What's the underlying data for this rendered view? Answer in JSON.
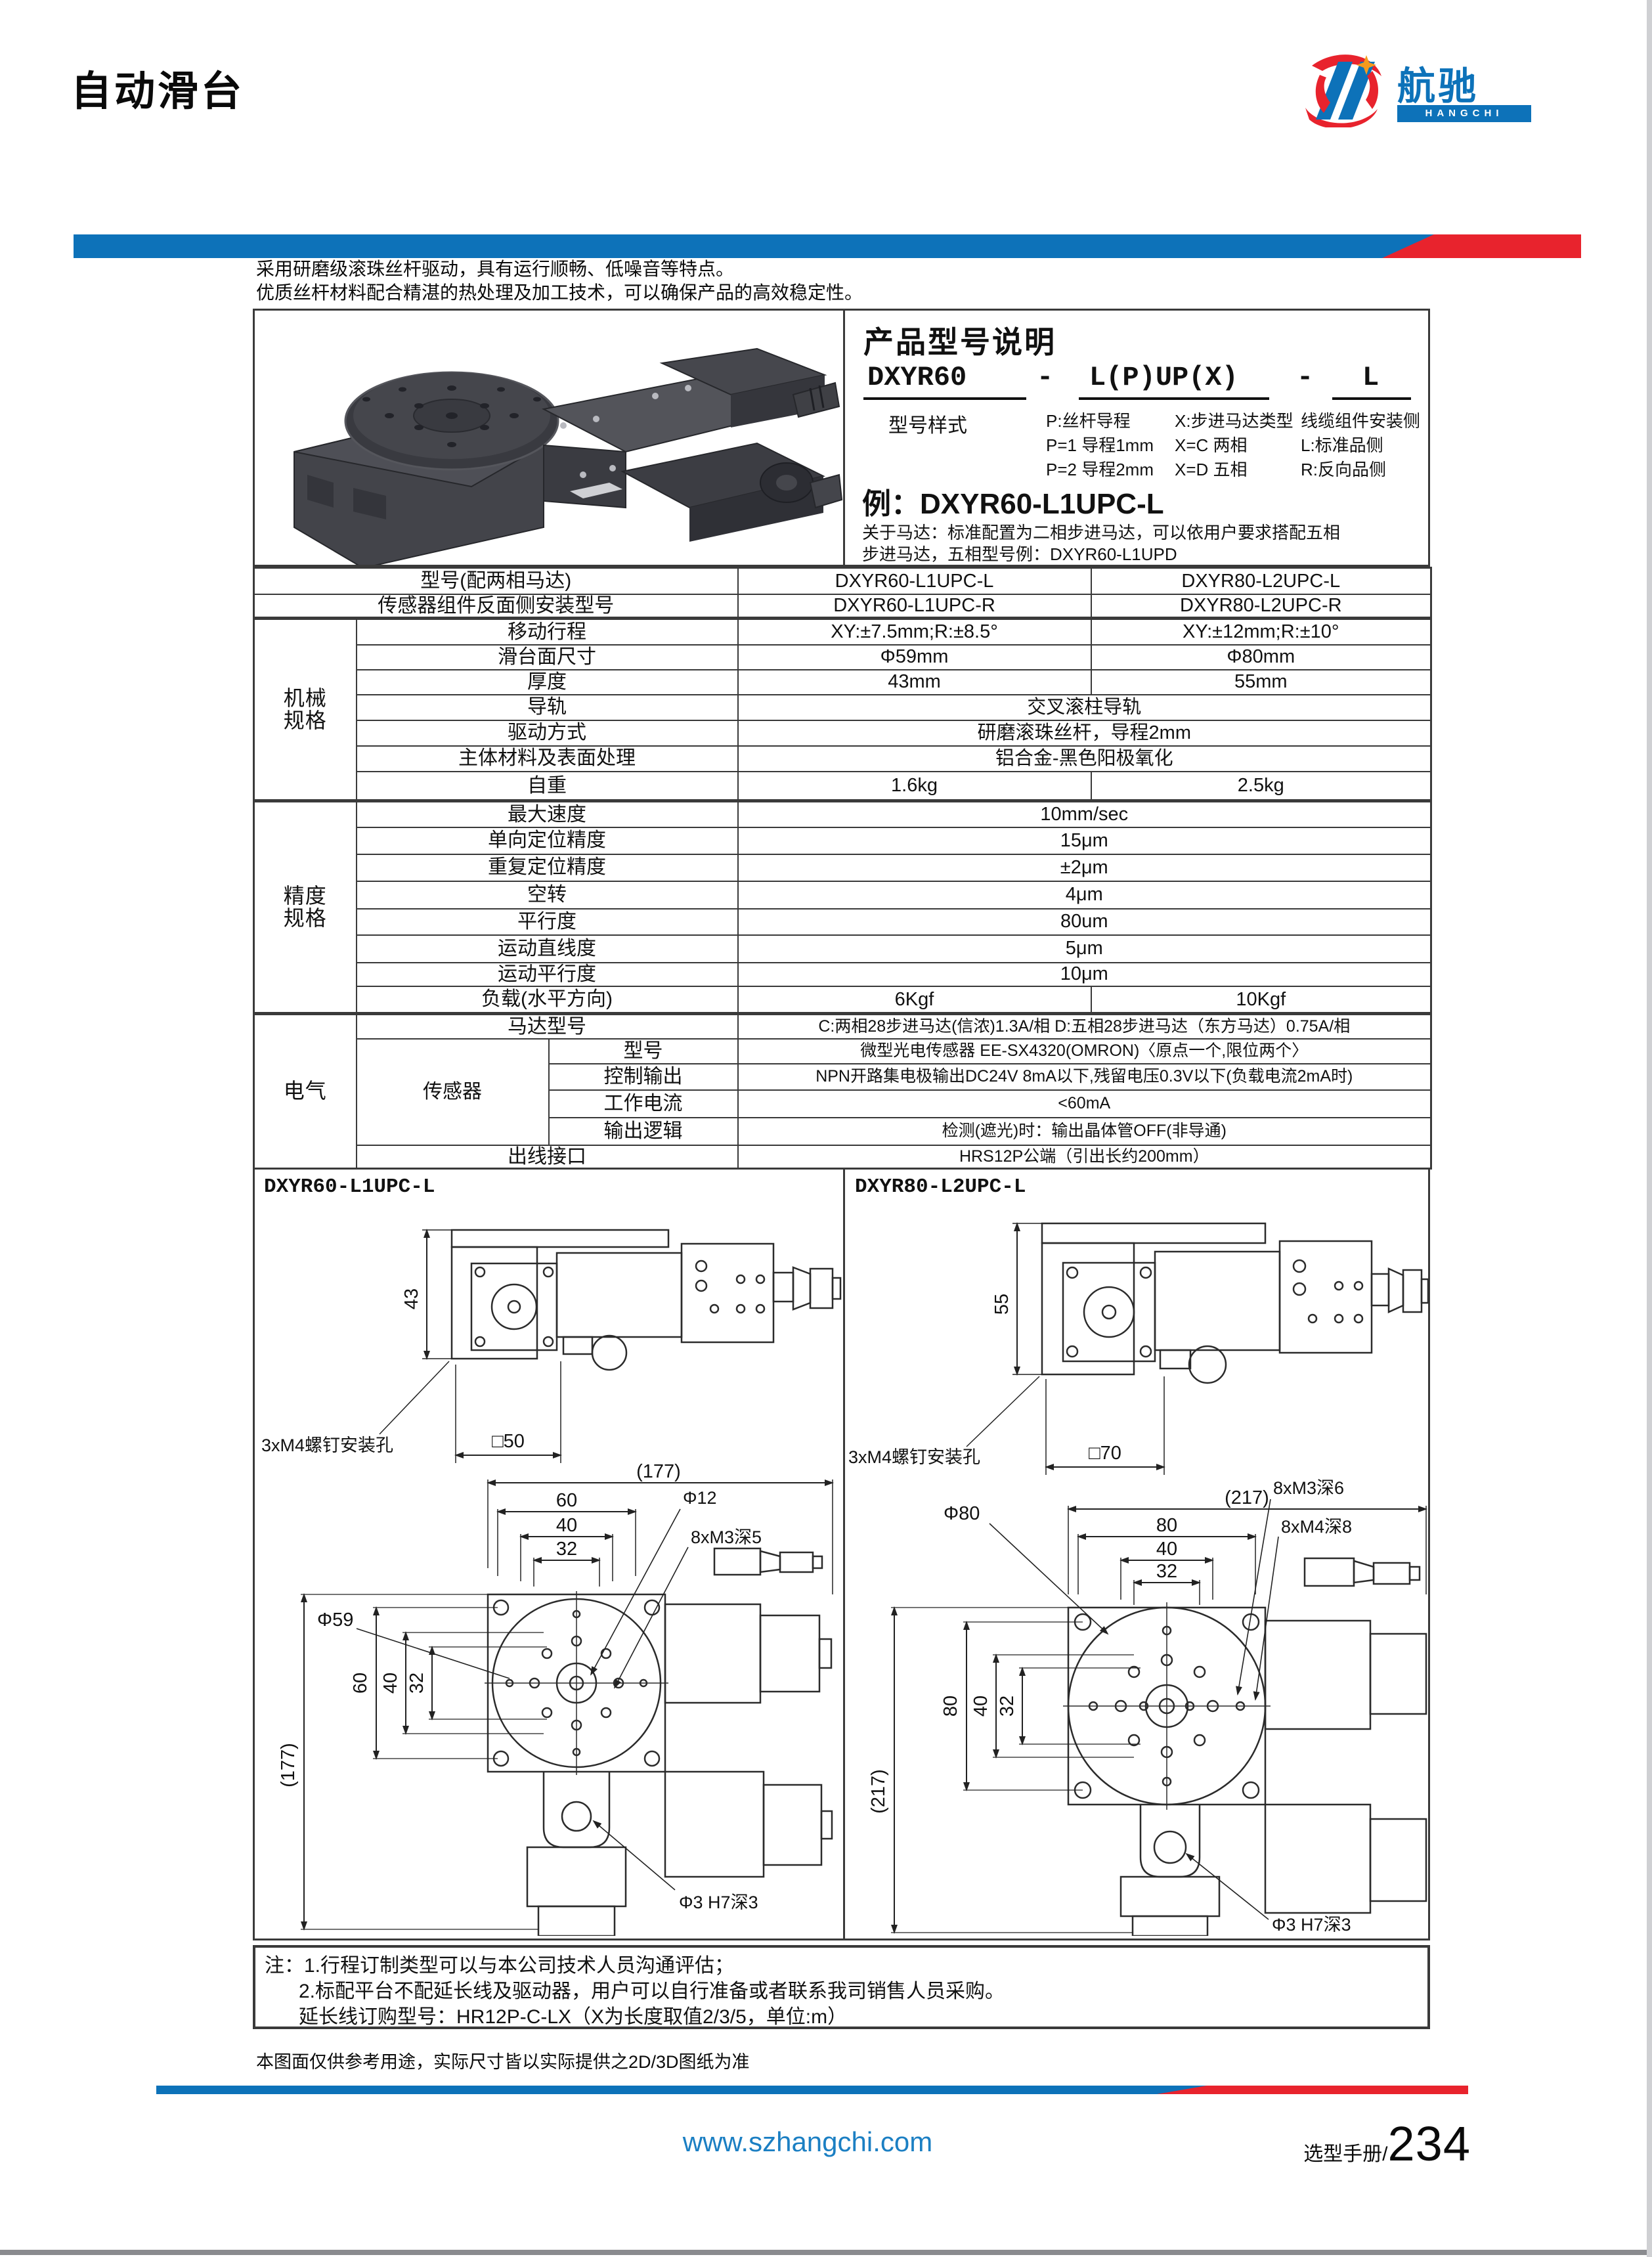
{
  "page": {
    "header": {
      "title": "自动滑台",
      "logo_cn": "航驰",
      "logo_en": "HANGCHI"
    },
    "intro": {
      "line1": "采用研磨级滚珠丝杆驱动，具有运行顺畅、低噪音等特点。",
      "line2": "优质丝杆材料配合精湛的热处理及加工技术，可以确保产品的高效稳定性。"
    },
    "model_box": {
      "title": "产品型号说明",
      "code_base": "DXYR60",
      "dash1": "-",
      "code_mid": "L(P)UP(X)",
      "dash2": "-",
      "code_side": "L",
      "code_caption": "型号样式",
      "p_lines": "P:丝杆导程\nP=1 导程1mm\nP=2 导程2mm",
      "x_lines": "X:步进马达类型\nX=C 两相\nX=D 五相",
      "cable_lines": "线缆组件安装侧\nL:标准品侧\nR:反向品侧",
      "example": "例：DXYR60-L1UPC-L",
      "motor_note1": "关于马达：标准配置为二相步进马达，可以依用户要求搭配五相",
      "motor_note2": "步进马达，五相型号例：DXYR60-L1UPD"
    },
    "spec": {
      "model_row": {
        "label": "型号(配两相马达)",
        "v1": "DXYR60-L1UPC-L",
        "v2": "DXYR80-L2UPC-L"
      },
      "sensor_row": {
        "label": "传感器组件反面侧安装型号",
        "v1": "DXYR60-L1UPC-R",
        "v2": "DXYR80-L2UPC-R"
      },
      "mech": {
        "group": "机械\n规格",
        "rows": [
          {
            "label": "移动行程",
            "v1": "XY:±7.5mm;R:±8.5°",
            "v2": "XY:±12mm;R:±10°"
          },
          {
            "label": "滑台面尺寸",
            "v1": "Φ59mm",
            "v2": "Φ80mm"
          },
          {
            "label": "厚度",
            "v1": "43mm",
            "v2": "55mm"
          },
          {
            "label": "导轨",
            "v": "交叉滚柱导轨"
          },
          {
            "label": "驱动方式",
            "v": "研磨滚珠丝杆，导程2mm"
          },
          {
            "label": "主体材料及表面处理",
            "v": "铝合金-黑色阳极氧化"
          },
          {
            "label": "自重",
            "v1": "1.6kg",
            "v2": "2.5kg"
          }
        ]
      },
      "prec": {
        "group": "精度\n规格",
        "rows": [
          {
            "label": "最大速度",
            "v": "10mm/sec"
          },
          {
            "label": "单向定位精度",
            "v": "15μm"
          },
          {
            "label": "重复定位精度",
            "v": "±2μm"
          },
          {
            "label": "空转",
            "v": "4μm"
          },
          {
            "label": "平行度",
            "v": "80um"
          },
          {
            "label": "运动直线度",
            "v": "5μm"
          },
          {
            "label": "运动平行度",
            "v": "10μm"
          },
          {
            "label": "负载(水平方向)",
            "v1": "6Kgf",
            "v2": "10Kgf"
          }
        ]
      },
      "elec": {
        "group": "电气",
        "motor_row": {
          "label": "马达型号",
          "v": "C:两相28步进马达(信浓)1.3A/相 D:五相28步进马达（东方马达）0.75A/相"
        },
        "sensor_group": "传感器",
        "sensor_rows": [
          {
            "label": "型号",
            "v": "微型光电传感器 EE-SX4320(OMRON)〈原点一个,限位两个〉"
          },
          {
            "label": "控制输出",
            "v": "NPN开路集电极输出DC24V 8mA以下,残留电压0.3V以下(负载电流2mA时)"
          },
          {
            "label": "工作电流",
            "v": "<60mA"
          },
          {
            "label": "输出逻辑",
            "v": "检测(遮光)时：输出晶体管OFF(非导通)"
          }
        ],
        "outlet_row": {
          "label": "出线接口",
          "v": "HRS12P公端（引出长约200mm）"
        }
      }
    },
    "drawings": {
      "left": {
        "title": "DXYR60-L1UPC-L",
        "dim_h": "43",
        "mount": "3xM4螺钉安装孔",
        "sq": "□50",
        "overall_w": "(177)",
        "w1": "60",
        "w2": "40",
        "w3": "32",
        "dia": "Φ59",
        "dia_center": "Φ12",
        "m3": "8xM3深5",
        "v1": "60",
        "v2": "40",
        "v3": "32",
        "overall_v": "(177)",
        "pin": "Φ3 H7深3"
      },
      "right": {
        "title": "DXYR80-L2UPC-L",
        "dim_h": "55",
        "mount": "3xM4螺钉安装孔",
        "sq": "□70",
        "overall_side": "(217)",
        "w1": "80",
        "w2": "40",
        "w3": "32",
        "dia": "Φ80",
        "m3": "8xM3深6",
        "m4": "8xM4深8",
        "v1": "80",
        "v2": "40",
        "v3": "32",
        "overall_v": "(217)",
        "pin": "Φ3 H7深3"
      }
    },
    "notes": {
      "line1": "注：1.行程订制类型可以与本公司技术人员沟通评估；",
      "line2": "2.标配平台不配延长线及驱动器，用户可以自行准备或者联系我司销售人员采购。",
      "line3": "延长线订购型号：HR12P-C-LX（X为长度取值2/3/5，单位:m）",
      "disclaimer": "本图面仅供参考用途，实际尺寸皆以实际提供之2D/3D图纸为准"
    },
    "footer": {
      "url": "www.szhangchi.com",
      "manual": "选型手册/",
      "page_no": "234"
    },
    "colors": {
      "brand_blue": "#0d72b9",
      "brand_red": "#e8232d",
      "link_blue": "#1b7fc3"
    }
  }
}
